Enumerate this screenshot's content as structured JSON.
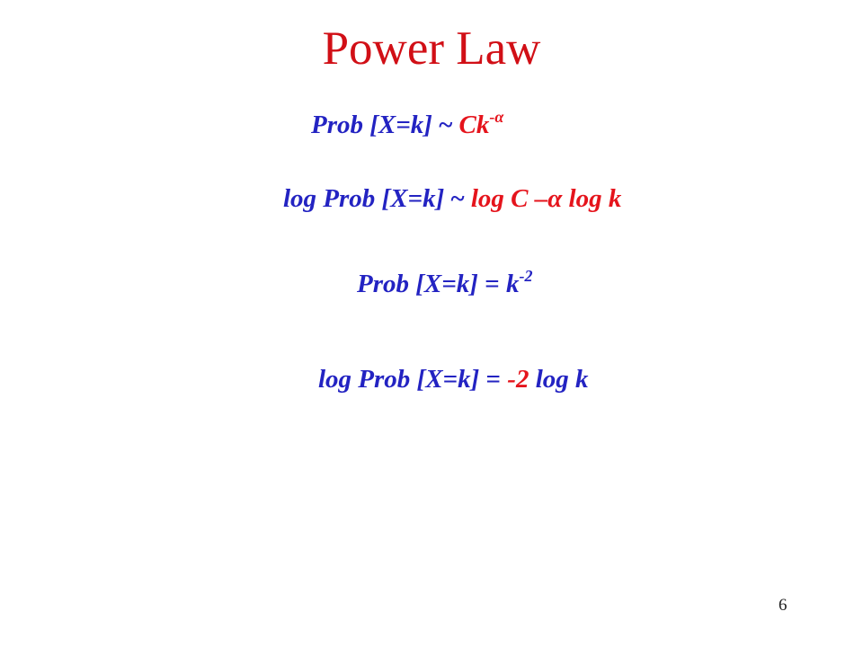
{
  "slide": {
    "title": "Power Law",
    "page_number": "6"
  },
  "equations": {
    "eq1": {
      "lhs": "Prob [X=k]",
      "op": " ~ ",
      "rhs_base": "Ck",
      "rhs_exp": "-α"
    },
    "eq2": {
      "lhs": "log Prob [X=k]",
      "op": " ~ ",
      "rhs": "log C –α log k"
    },
    "eq3": {
      "lhs": "Prob [X=k]",
      "op": " = ",
      "rhs_base": "k",
      "rhs_exp": "-2"
    },
    "eq4": {
      "lhs": "log Prob [X=k]",
      "op": " = ",
      "rhs_coef": "-2",
      "rhs_tail": " log k"
    }
  },
  "colors": {
    "title": "#d10f16",
    "blue_text": "#2323c2",
    "red_text": "#e5141c"
  }
}
